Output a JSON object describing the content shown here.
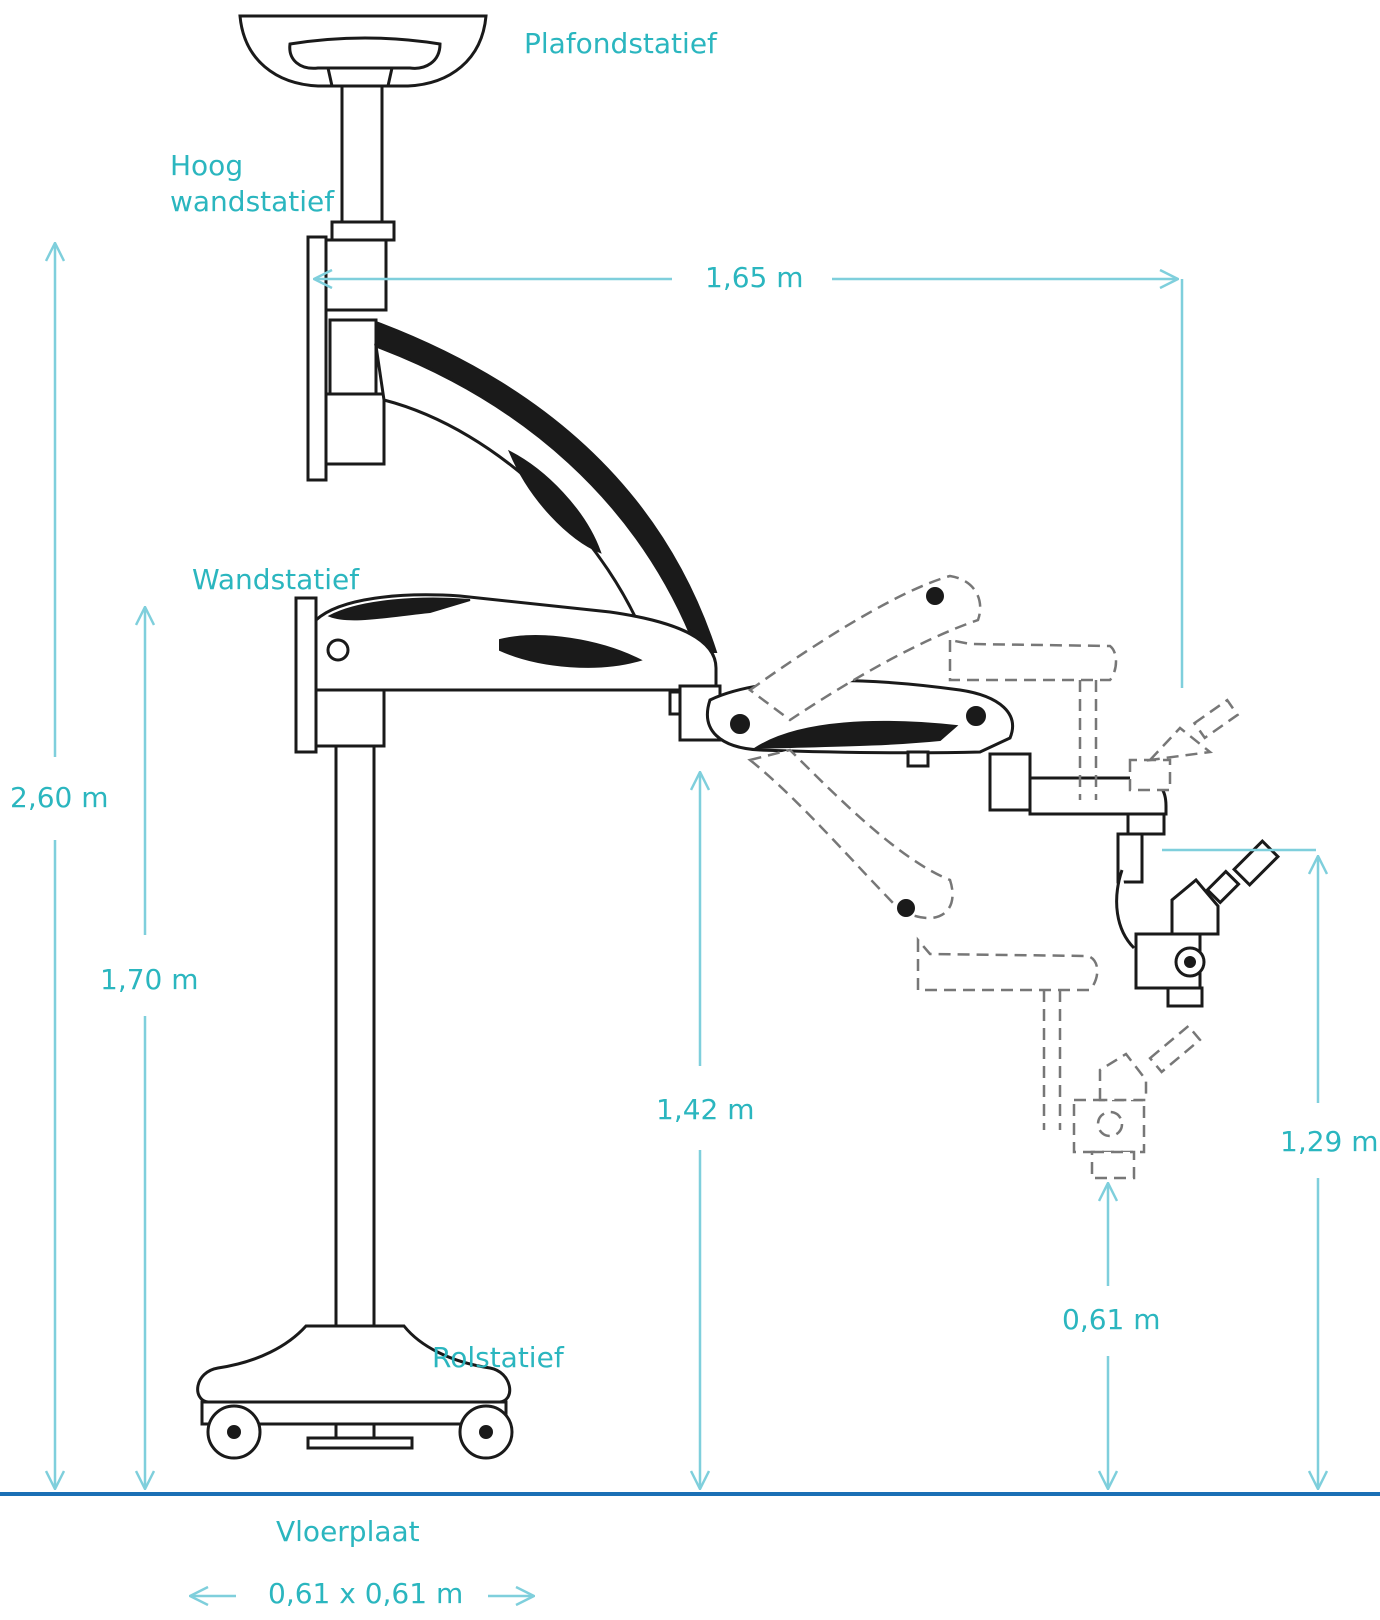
{
  "labels": {
    "ceiling_stand": "Plafondstatief",
    "high_wall_stand": "Hoog\nwandstatief",
    "wall_stand": "Wandstatief",
    "roll_stand": "Rolstatief",
    "floor_plate": "Vloerplaat"
  },
  "dimensions": {
    "reach": "1,65 m",
    "ceiling_height": "2,60 m",
    "wall_height": "1,70 m",
    "arm_height": "1,42 m",
    "max_height": "1,29 m",
    "min_height": "0,61 m",
    "floor_plate_size": "0,61 x 0,61 m"
  },
  "colors": {
    "label": "#2bb6bf",
    "dimension_line": "#7fcfdc",
    "floor_line": "#1a6fb5",
    "ink": "#1a1a1a",
    "ghost": "#777777"
  }
}
